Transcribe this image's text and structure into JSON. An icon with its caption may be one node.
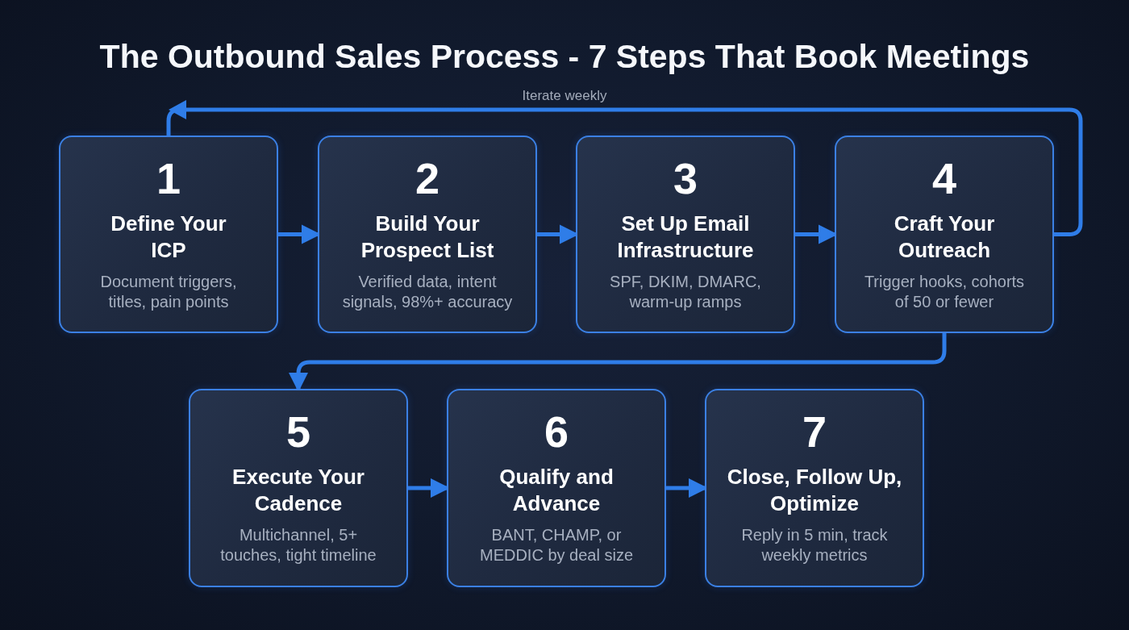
{
  "diagram": {
    "title": "The Outbound Sales Process - 7 Steps That Book Meetings",
    "nodes": [
      {
        "text": [
          "1",
          "Define Your ICP",
          "Document triggers, titles, pain points"
        ]
      },
      {
        "text": [
          "2",
          "Build Your Prospect List",
          "Verified data, intent signals, 98%+ accuracy"
        ]
      },
      {
        "text": [
          "3",
          "Set Up Email Infrastructure",
          "SPF, DKIM, DMARC, warm-up ramps"
        ]
      },
      {
        "text": [
          "4",
          "Craft Your Outreach",
          "Trigger hooks, cohorts of 50 or fewer"
        ]
      },
      {
        "text": [
          "5",
          "Execute Your Cadence",
          "Multichannel, 5+ touches, tight timeline"
        ]
      },
      {
        "text": [
          "6",
          "Qualify and Advance",
          "BANT, CHAMP, or MEDDIC by deal size"
        ]
      },
      {
        "text": [
          "7",
          "Close, Follow Up, Optimize",
          "Reply in 5 min, track weekly metrics"
        ]
      }
    ],
    "edges": [
      {
        "from": 0,
        "to": 1,
        "arrow": "to"
      },
      {
        "from": 1,
        "to": 2,
        "arrow": "to"
      },
      {
        "from": 2,
        "to": 3,
        "arrow": "to"
      },
      {
        "from": 3,
        "to": 0,
        "arrow": "to",
        "label": "Iterate weekly"
      },
      {
        "from": 3,
        "to": 4,
        "arrow": "to"
      },
      {
        "from": 4,
        "to": 5,
        "arrow": "to"
      },
      {
        "from": 5,
        "to": 6,
        "arrow": "to"
      }
    ]
  }
}
